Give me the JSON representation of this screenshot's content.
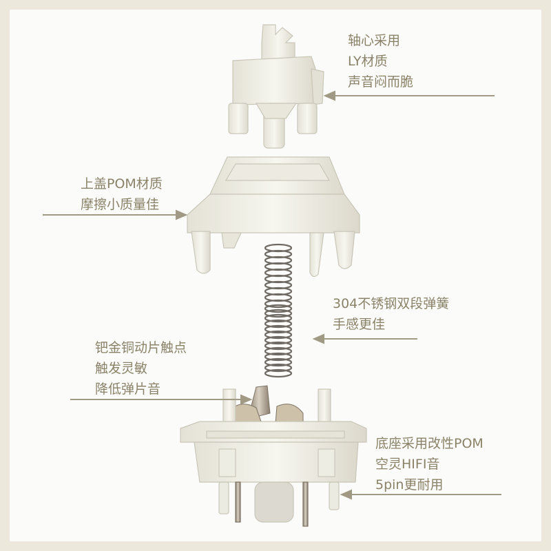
{
  "stem": {
    "lines": [
      "轴心采用",
      "LY材质",
      "声音闷而脆"
    ]
  },
  "top_housing": {
    "lines": [
      "上盖POM材质",
      "摩擦小质量佳"
    ]
  },
  "spring": {
    "lines": [
      "304不锈钢双段弹簧",
      "手感更佳"
    ]
  },
  "contact": {
    "lines": [
      "钯金铜动片触点",
      "触发灵敏",
      "降低弹片音"
    ]
  },
  "bottom_housing": {
    "lines": [
      "底座采用改性POM",
      "空灵HIFI音",
      "5pin更耐用"
    ]
  },
  "colors": {
    "background": "#ece8db",
    "panel": "#fbfbf9",
    "text": "#8a8268",
    "arrow": "#a09a85"
  }
}
